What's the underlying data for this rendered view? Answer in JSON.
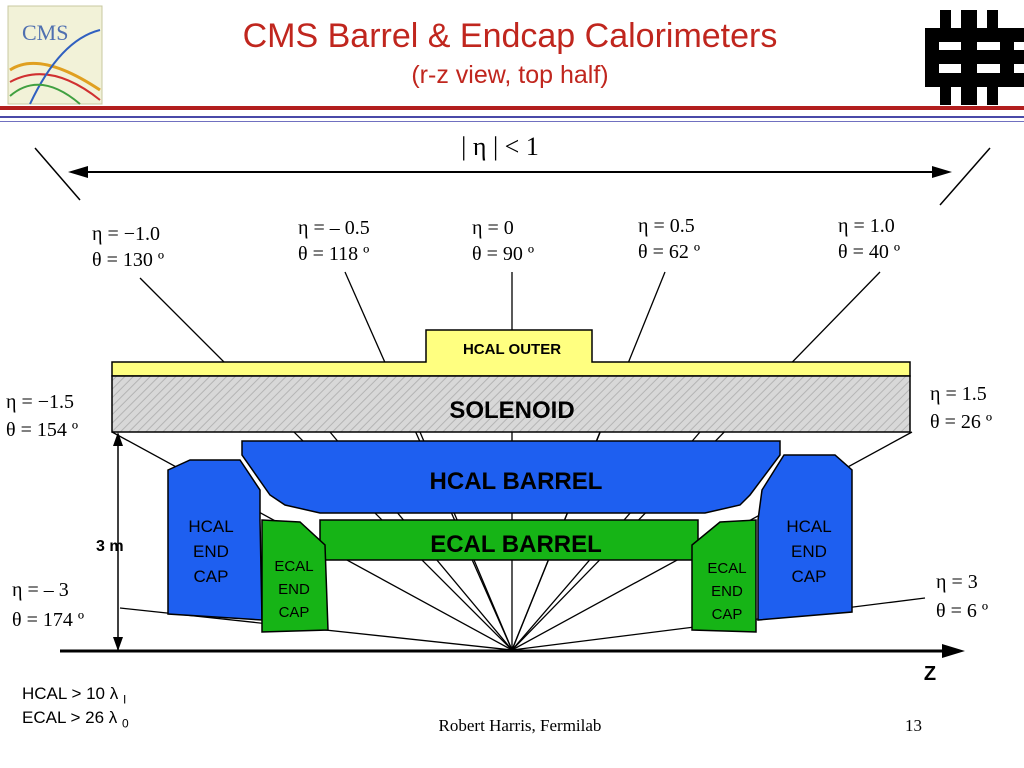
{
  "slide": {
    "title": "CMS Barrel & Endcap Calorimeters",
    "subtitle": "(r-z view, top half)",
    "author": "Robert Harris, Fermilab",
    "page": "13",
    "cms_logo_text": "CMS"
  },
  "diagram": {
    "top_label": "| η | < 1",
    "z_label": "Z",
    "height_label": "3 m",
    "angles": [
      {
        "eta": "η = −1.0",
        "theta": "θ = 130 º"
      },
      {
        "eta": "η = – 0.5",
        "theta": "θ = 118 º"
      },
      {
        "eta": "η = 0",
        "theta": "θ = 90 º"
      },
      {
        "eta": "η = 0.5",
        "theta": "θ = 62 º"
      },
      {
        "eta": "η = 1.0",
        "theta": "θ = 40 º"
      },
      {
        "eta": "η = −1.5",
        "theta": "θ = 154 º"
      },
      {
        "eta": "η = 1.5",
        "theta": "θ = 26 º"
      },
      {
        "eta": "η = – 3",
        "theta": "θ = 174 º"
      },
      {
        "eta": "η = 3",
        "theta": "θ = 6 º"
      }
    ],
    "components": {
      "hcal_outer": "HCAL  OUTER",
      "solenoid": "SOLENOID",
      "hcal_barrel": "HCAL BARREL",
      "ecal_barrel": "ECAL BARREL",
      "hcal_endcap": [
        "HCAL",
        "END",
        "CAP"
      ],
      "ecal_endcap": [
        "ECAL",
        "END",
        "CAP"
      ]
    },
    "colors": {
      "hcal": "#1e5ff0",
      "ecal": "#16b416",
      "hcal_outer": "#ffff80",
      "solenoid": "#d8d8d8",
      "title": "#c0261e"
    }
  },
  "notes": {
    "hcal_prefix": "HCAL > 10 λ",
    "hcal_sub": "I",
    "ecal_prefix": "ECAL > 26 λ",
    "ecal_sub": "0"
  }
}
